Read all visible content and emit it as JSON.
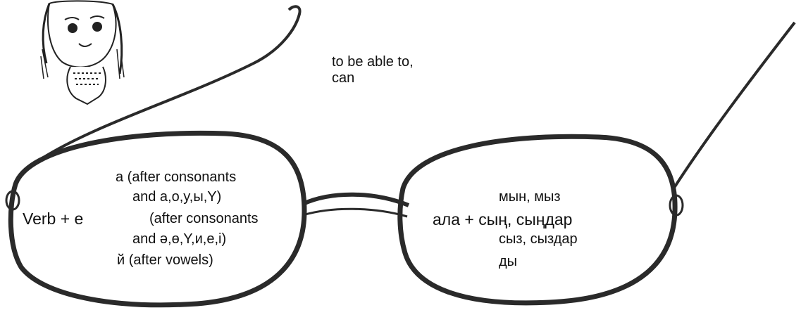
{
  "meaning": {
    "line1": "to be able to,",
    "line2": "can"
  },
  "left_lens": {
    "suffix_a": "a (after consonants",
    "suffix_a_cont": "and a,o,y,ы,Y)",
    "verb_plus": "Verb + e",
    "suffix_e": "(after consonants",
    "suffix_e_cont": "and ә,ө,Y,и,e,i)",
    "suffix_y": "й (after vowels)"
  },
  "right_lens": {
    "ending_1": "мын, мыз",
    "stem_plus": "ала + сың, сыңдар",
    "ending_3": "сыз, сыздар",
    "ending_4": "ды"
  },
  "colors": {
    "ink": "#111111",
    "frame": "#2a2a2a"
  }
}
